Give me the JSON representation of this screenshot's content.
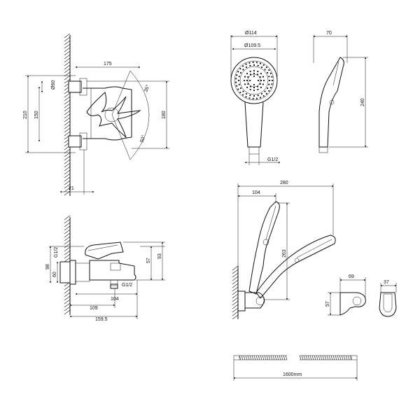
{
  "dimensions": {
    "front_175": "175",
    "front_d60": "Ø60",
    "front_210": "210",
    "front_150": "150",
    "front_180": "180",
    "front_35": "35°",
    "front_50": "50°",
    "front_21": "21",
    "head_d114": "Ø114",
    "head_d1095": "Ø109.5",
    "head_g12": "G1/2",
    "side_70": "70",
    "side_240": "240",
    "mixer_g12_left": "G1/2",
    "mixer_98": "98",
    "mixer_60": "60",
    "mixer_57": "57",
    "mixer_93": "93",
    "mixer_g12_under": "G1/2",
    "mixer_104": "104",
    "mixer_109": "109",
    "mixer_1595": "159.5",
    "set_280": "280",
    "set_104": "104",
    "set_263": "263",
    "holder_69": "69",
    "holder_57": "57",
    "holder_37": "37",
    "hose_len": "1600mm"
  }
}
